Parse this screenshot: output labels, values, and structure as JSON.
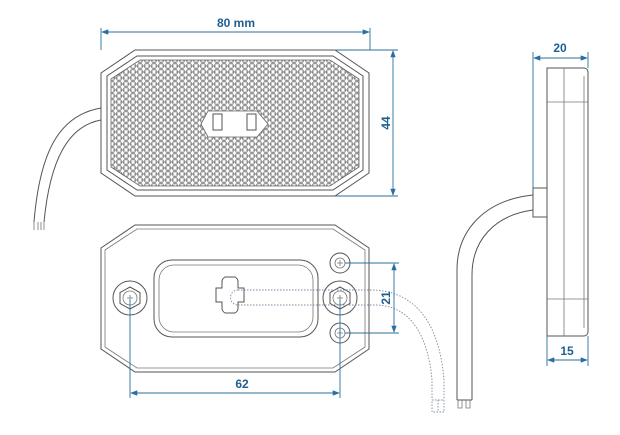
{
  "dimensions": {
    "width": "80 mm",
    "height": "44",
    "hole_spacing": "62",
    "screw_spacing": "21",
    "depth_total": "20",
    "depth_body": "15"
  },
  "colors": {
    "line": "#555555",
    "dimension": "#2a6f9e"
  }
}
